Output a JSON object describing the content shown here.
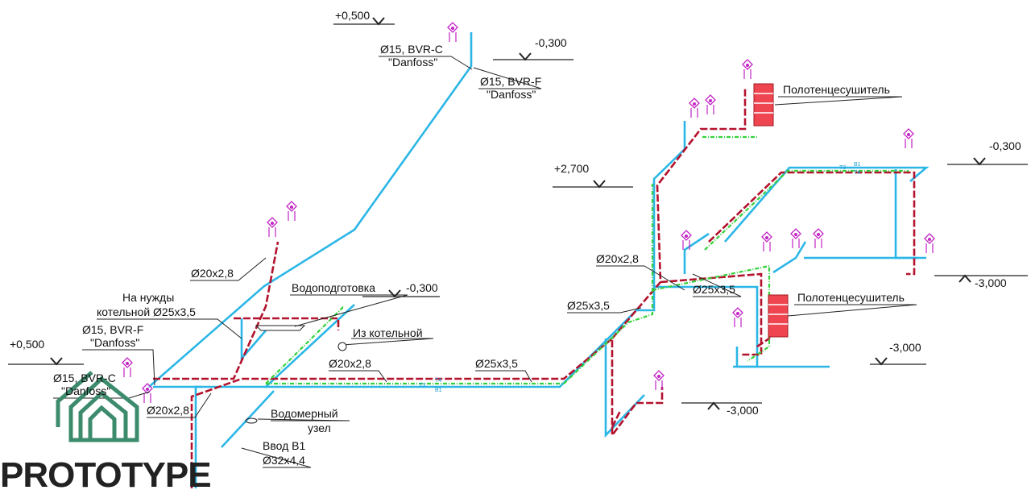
{
  "colors": {
    "cold": "#2bb6e6",
    "hot": "#b3122d",
    "recirc": "#34d13a",
    "fixture": "#c223c4",
    "radiator": "#ee4550",
    "leader": "#222222",
    "logo_green": "#3c8b6c"
  },
  "elevations": [
    {
      "id": "elev-top-plus500",
      "text": "+0,500"
    },
    {
      "id": "elev-top-minus300",
      "text": "-0,300"
    },
    {
      "id": "elev-plus2700",
      "text": "+2,700"
    },
    {
      "id": "elev-right-minus300",
      "text": "-0,300"
    },
    {
      "id": "elev-mid-minus300",
      "text": "-0,300"
    },
    {
      "id": "elev-left-plus500",
      "text": "+0,500"
    },
    {
      "id": "elev-right-minus3000",
      "text": "-3,000"
    },
    {
      "id": "elev-lower-minus3000",
      "text": "-3,000"
    },
    {
      "id": "elev-bottom-minus3000",
      "text": "-3,000"
    }
  ],
  "labels": {
    "valve_top_c_1": "Ø15, BVR-C",
    "valve_top_c_2": "\"Danfoss\"",
    "valve_top_f_1": "Ø15, BVR-F",
    "valve_top_f_2": "\"Danfoss\"",
    "towel_dryer_top": "Полотенцесушитель",
    "towel_dryer_bottom": "Полотенцесушитель",
    "pipe_20x28_upper": "Ø20x2,8",
    "boiler_needs_1": "На нужды",
    "boiler_needs_2": "котельной Ø25x3,5",
    "valve_left_f_1": "Ø15, BVR-F",
    "valve_left_f_2": "\"Danfoss\"",
    "valve_left_c_1": "Ø15, BVR-C",
    "valve_left_c_2": "\"Danfoss\"",
    "water_treatment": "Водоподготовка",
    "from_boiler": "Из котельной",
    "pipe_20x28_mid": "Ø20x2,8",
    "pipe_25x35_mid": "Ø25x3,5",
    "pipe_25x35_right": "Ø25x3,5",
    "pipe_20x28_right": "Ø20x2,8",
    "pipe_25x35_center": "Ø25x3,5",
    "pipe_20x28_low": "Ø20x2,8",
    "meter_node_1": "Водомерный",
    "meter_node_2": "узел",
    "inlet_1": "Ввод В1",
    "inlet_2": "Ø32x4,4",
    "logo": "PROTOTYPE"
  },
  "pipe_tags": {
    "t3": "Т3",
    "t4": "Т4",
    "b1": "В1"
  }
}
